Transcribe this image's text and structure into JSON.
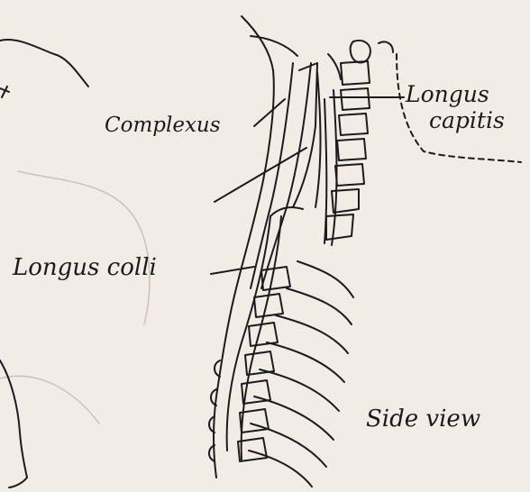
{
  "labels": {
    "complexus": "Complexus",
    "longus_capitis_line1": "Longus",
    "longus_capitis_line2": "capitis",
    "longus_colli": "Longus colli",
    "side_view": "Side view"
  },
  "colors": {
    "paper": "#f1ece6",
    "ink": "#1b1b1b"
  }
}
